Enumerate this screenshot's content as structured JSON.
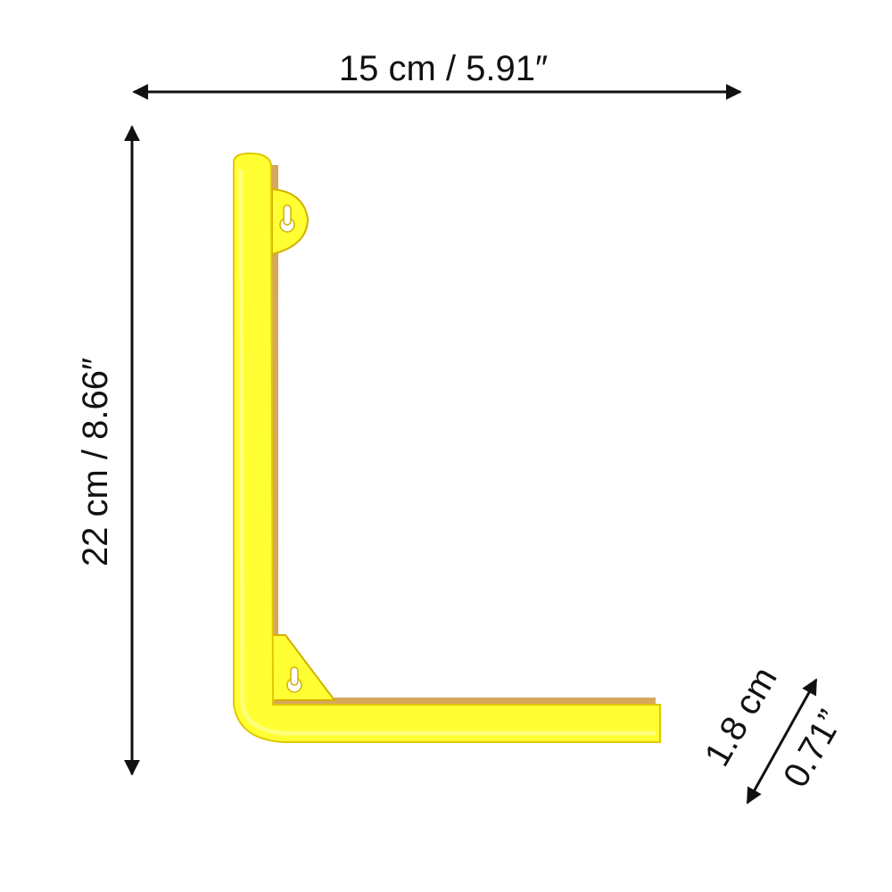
{
  "diagram": {
    "dimensions": {
      "width_label": "15 cm / 5.91″",
      "height_label": "22 cm / 8.66″",
      "thickness_label_cm": "1.8 cm",
      "thickness_label_in": "0.71”"
    },
    "colors": {
      "bracket_fill": "#ffff33",
      "bracket_edge": "#d4b000",
      "bracket_shadow": "#c98a2a",
      "arrow": "#111111"
    },
    "icons": {
      "bracket": "l-shaped-corner-bracket",
      "mount_hole": "keyhole-mounting-hole"
    }
  }
}
